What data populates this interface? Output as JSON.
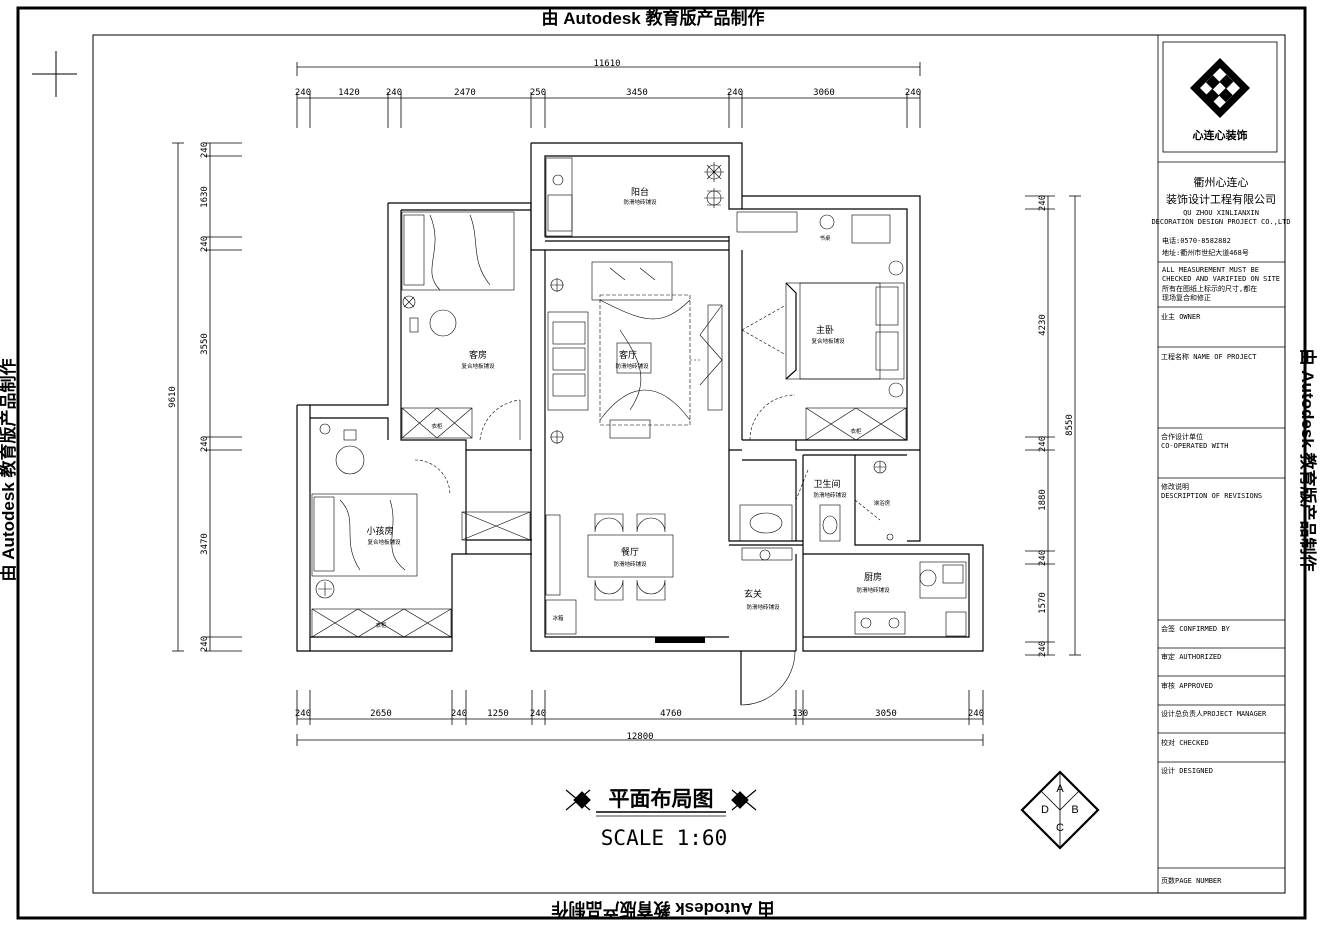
{
  "watermark": {
    "top": "由 Autodesk 教育版产品制作",
    "bottom": "由 Autodesk 教育版产品制作",
    "left": "由 Autodesk 教育版产品制作",
    "right": "由 Autodesk 教育版产品制作"
  },
  "dimensions": {
    "top_total": "11610",
    "top_segments": [
      "240",
      "1420",
      "240",
      "2470",
      "250",
      "3450",
      "240",
      "3060",
      "240"
    ],
    "bottom_total": "12800",
    "bottom_segments": [
      "240",
      "2650",
      "240",
      "1250",
      "240",
      "4760",
      "130",
      "3050",
      "240"
    ],
    "left_total": "9610",
    "left_segments": [
      "240",
      "1630",
      "240",
      "3550",
      "240",
      "3470",
      "240"
    ],
    "right_total": "8550",
    "right_segments": [
      "240",
      "4230",
      "240",
      "1880",
      "240",
      "1570",
      "240"
    ]
  },
  "rooms": {
    "balcony": {
      "name": "阳台",
      "note": "防滑地砖铺设"
    },
    "living": {
      "name": "客厅",
      "note": "防滑地砖铺设"
    },
    "master": {
      "name": "主卧",
      "note": "复合地板铺设"
    },
    "guest": {
      "name": "客房",
      "note": "复合地板铺设"
    },
    "small": {
      "name": "小孩房",
      "note": "复合地板铺设"
    },
    "dining": {
      "name": "餐厅",
      "note": "防滑地砖铺设"
    },
    "entry": {
      "name": "玄关",
      "note": "防滑地砖铺设"
    },
    "bath": {
      "name": "卫生间",
      "note": "防滑地砖铺设"
    },
    "shower": {
      "name": "淋浴房"
    },
    "kitchen": {
      "name": "厨房",
      "note": "防滑地砖铺设"
    },
    "fridge": "冰箱",
    "wardrobe": "衣柜",
    "desk": "书桌"
  },
  "drawing": {
    "title": "平面布局图",
    "scale": "SCALE  1:60"
  },
  "compass": [
    "A",
    "B",
    "C",
    "D"
  ],
  "title_block": {
    "logo_text": "心连心装饰",
    "company_cn_1": "衢州心连心",
    "company_cn_2": "装饰设计工程有限公司",
    "company_en_1": "QU ZHOU XINLIANXIN",
    "company_en_2": "DECORATION DESIGN PROJECT CO.,LTD",
    "phone": "电话:0570-8582882",
    "address": "地址:衢州市世纪大道468号",
    "notice_1": "ALL MEASUREMENT MUST BE",
    "notice_2": "CHECKED AND VARIFIED ON SITE",
    "notice_3": "所有在图纸上标示的尺寸,都在",
    "notice_4": "现场复合和修正",
    "owner": "业主 OWNER",
    "project": "工程名称 NAME OF PROJECT",
    "coop_1": "合作设计单位",
    "coop_2": "CO-OPERATED WITH",
    "rev_1": "修改说明",
    "rev_2": "DESCRIPTION OF REVISIONS",
    "confirmed": "会签 CONFIRMED BY",
    "authorized": "审定 AUTHORIZED",
    "approved": "审核 APPROVED",
    "manager": "设计总负责人PROJECT MANAGER",
    "checked": "校对 CHECKED",
    "designed": "设计 DESIGNED",
    "page": "页数PAGE NUMBER"
  },
  "colors": {
    "ink": "#000000",
    "paper": "#ffffff"
  }
}
